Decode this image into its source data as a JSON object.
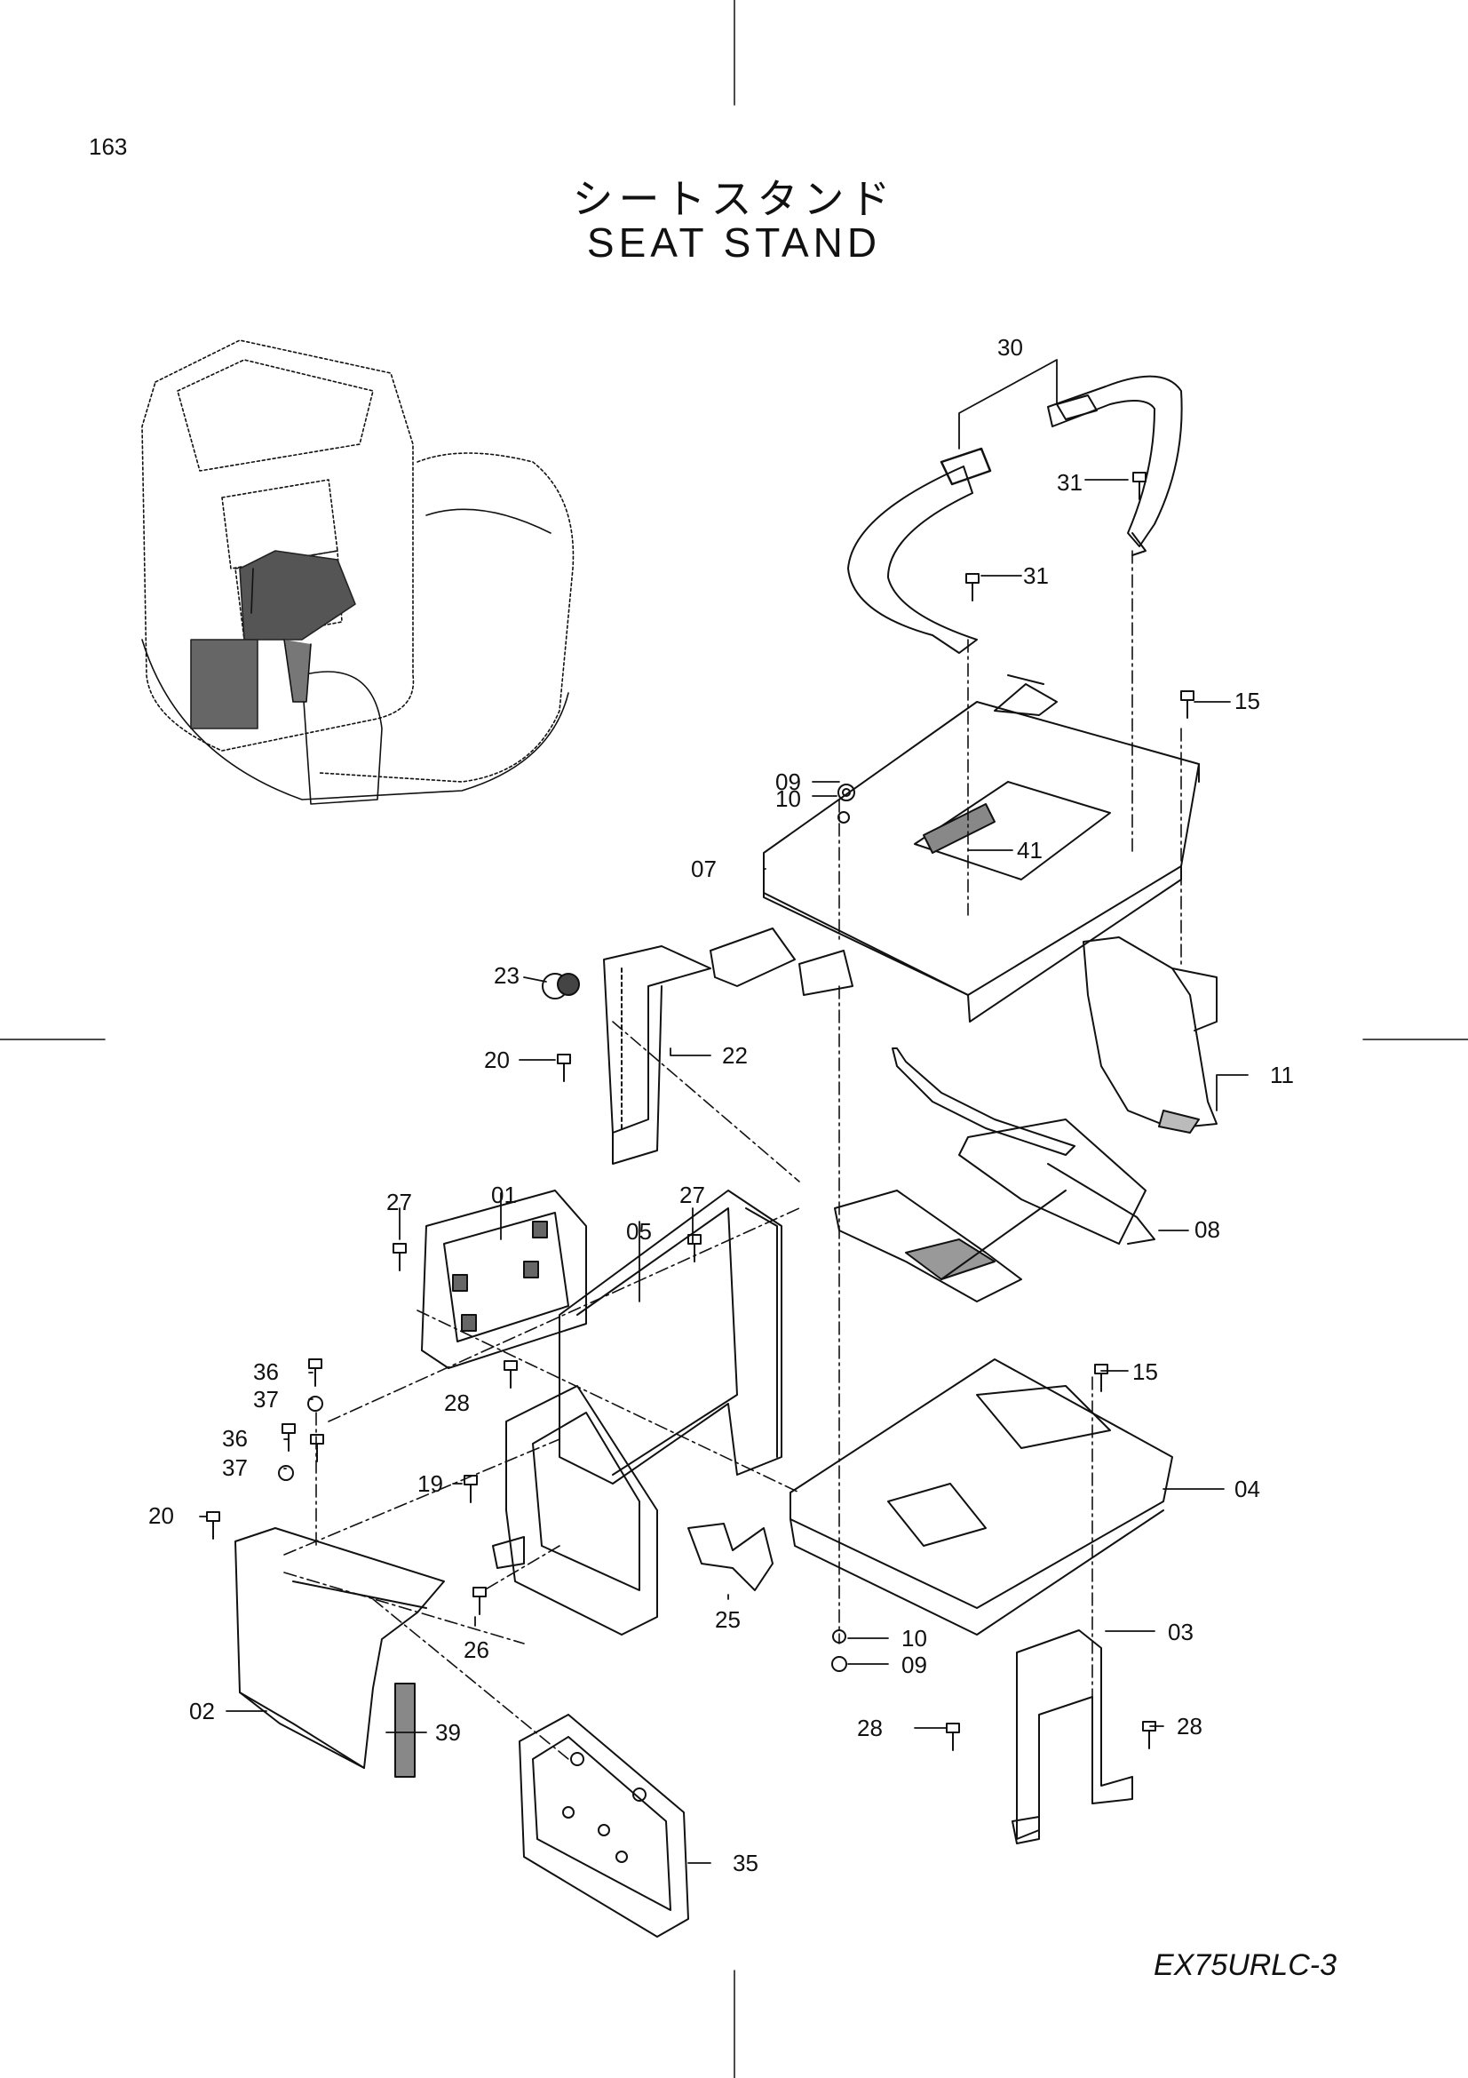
{
  "page_number": "163",
  "title_jp": "シートスタンド",
  "title_en": "SEAT  STAND",
  "model": "EX75URLC-3",
  "labels": {
    "p30": "30",
    "p31a": "31",
    "p31b": "31",
    "p15a": "15",
    "p09a": "09",
    "p10a": "10",
    "p07": "07",
    "p41": "41",
    "p23": "23",
    "p22": "22",
    "p20a": "20",
    "p11": "11",
    "p08": "08",
    "p27a": "27",
    "p01": "01",
    "p27b": "27",
    "p05": "05",
    "p36a": "36",
    "p37a": "37",
    "p28a": "28",
    "p15b": "15",
    "p36b": "36",
    "p37b": "37",
    "p19": "19",
    "p04": "04",
    "p20b": "20",
    "p25": "25",
    "p26": "26",
    "p10b": "10",
    "p09b": "09",
    "p03": "03",
    "p02": "02",
    "p39": "39",
    "p28b": "28",
    "p28c": "28",
    "p35": "35"
  }
}
